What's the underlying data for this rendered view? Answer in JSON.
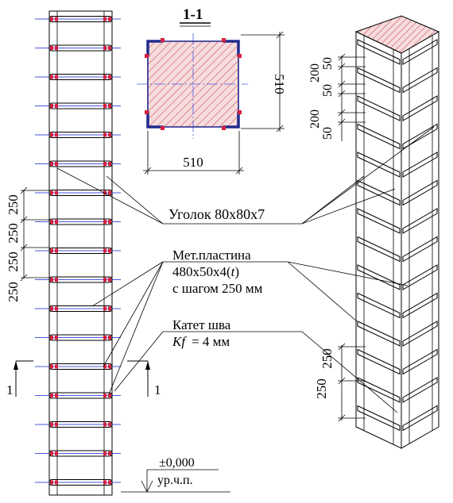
{
  "section": {
    "label": "1-1",
    "dim_vertical": "510",
    "dim_horizontal": "510"
  },
  "left_column": {
    "dims": [
      "250",
      "250",
      "250",
      "250"
    ],
    "cut_mark_left": "1",
    "cut_mark_right": "1"
  },
  "callouts": {
    "angle": "Уголок 80х80х7",
    "plate_line1": "Мет.пластина",
    "plate_line2_prefix": "480х50х4(",
    "plate_line2_var": "t",
    "plate_line2_suffix": ")",
    "plate_line3": "с шагом 250 мм",
    "weld_line1": "Катет шва",
    "weld_var": "Kf",
    "weld_value": "= 4 мм"
  },
  "level": {
    "value": "±0,000",
    "label": "ур.ч.п."
  },
  "right_column": {
    "top_dims": [
      "50",
      "200",
      "50",
      "200",
      "50"
    ],
    "bottom_dims": [
      "250",
      "250"
    ]
  },
  "colors": {
    "hatch_fill": "#f6dcdc",
    "hatch_line": "#c63b4a",
    "angle_blue": "#1f2b8f",
    "centerline_blue": "#4a55e0",
    "weld_red": "#d8203c"
  }
}
